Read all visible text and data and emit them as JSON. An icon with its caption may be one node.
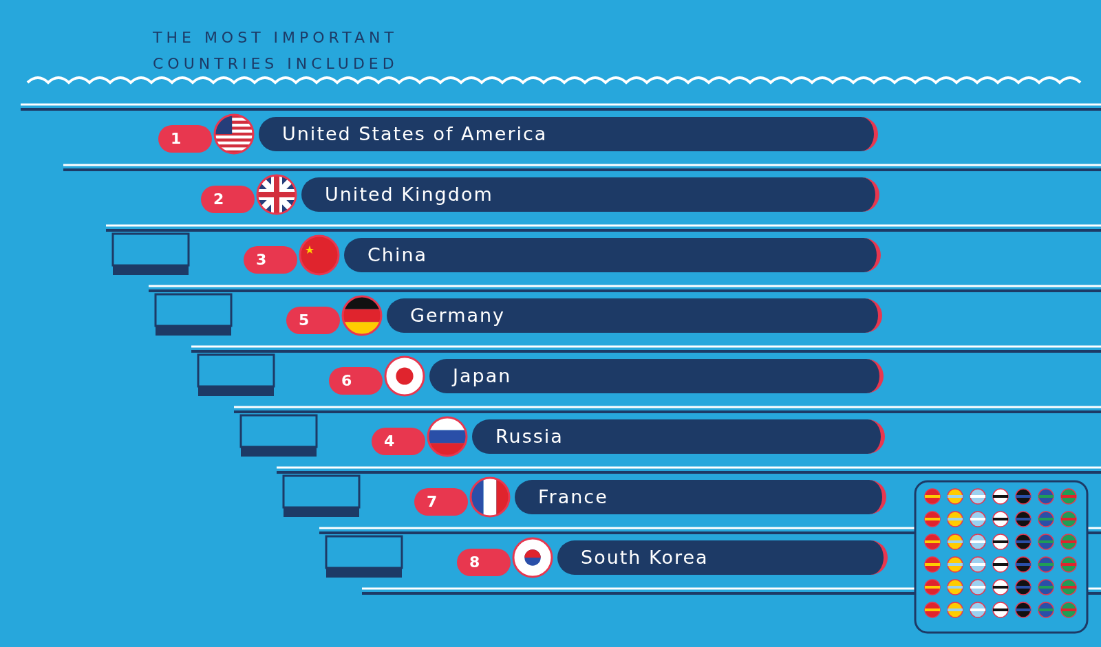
{
  "diagram": {
    "title": "THE MOST IMPORTANT COUNTRIES INCLUDED",
    "nodes": [
      {
        "text": [
          "1"
        ]
      },
      {
        "text": [
          "United States of America"
        ]
      },
      {
        "text": [
          "2"
        ]
      },
      {
        "text": [
          "United Kingdom"
        ]
      },
      {
        "text": [
          "3"
        ]
      },
      {
        "text": [
          "China"
        ]
      },
      {
        "text": [
          "5"
        ]
      },
      {
        "text": [
          "Germany"
        ]
      },
      {
        "text": [
          "6"
        ]
      },
      {
        "text": [
          "Japan"
        ]
      },
      {
        "text": [
          "4"
        ]
      },
      {
        "text": [
          "Russia"
        ]
      },
      {
        "text": [
          "7"
        ]
      },
      {
        "text": [
          "France"
        ]
      },
      {
        "text": [
          "8"
        ]
      },
      {
        "text": [
          "South Korea"
        ]
      }
    ]
  }
}
